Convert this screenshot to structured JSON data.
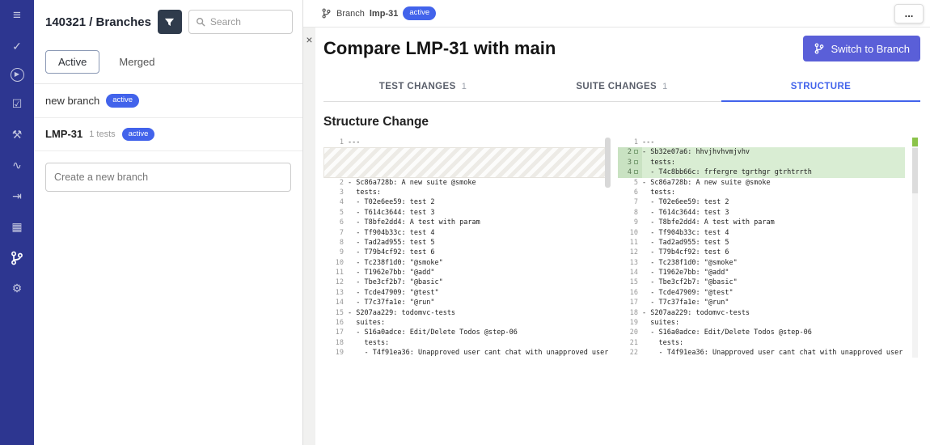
{
  "colors": {
    "sidebar_bg": "#2d3690",
    "accent_blue": "#4263eb",
    "switch_button_bg": "#5a5fd8",
    "added_line_bg": "#d9edd3",
    "minimap_added": "#8bc34a"
  },
  "sidebar": {
    "icons": [
      {
        "name": "menu-icon",
        "glyph": "≡"
      },
      {
        "name": "check-icon",
        "glyph": "✓"
      },
      {
        "name": "run-icon",
        "glyph": "▶"
      },
      {
        "name": "checklist-icon",
        "glyph": "☑"
      },
      {
        "name": "tools-icon",
        "glyph": "⚒"
      },
      {
        "name": "activity-icon",
        "glyph": "∿"
      },
      {
        "name": "signin-icon",
        "glyph": "⇥"
      },
      {
        "name": "reports-icon",
        "glyph": "▦"
      },
      {
        "name": "branch-icon",
        "glyph": ""
      },
      {
        "name": "settings-icon",
        "glyph": "⚙"
      }
    ]
  },
  "left_panel": {
    "title": "140321 / Branches",
    "search": {
      "placeholder": "Search"
    },
    "tabs": [
      {
        "label": "Active",
        "active": true
      },
      {
        "label": "Merged",
        "active": false
      }
    ],
    "branches": [
      {
        "name": "new branch",
        "meta": "",
        "badge": "active"
      },
      {
        "name": "LMP-31",
        "meta": "1 tests",
        "badge": "active"
      }
    ],
    "create_input_placeholder": "Create a new branch"
  },
  "main": {
    "topbar": {
      "branch_label": "Branch",
      "branch_name": "lmp-31",
      "badge": "active",
      "more_label": "..."
    },
    "close_label": "×",
    "title": "Compare LMP-31 with main",
    "switch_button_label": "Switch to Branch",
    "tabs": [
      {
        "label": "TEST CHANGES",
        "count": "1",
        "active": false
      },
      {
        "label": "SUITE CHANGES",
        "count": "1",
        "active": false
      },
      {
        "label": "STRUCTURE",
        "count": "",
        "active": true
      }
    ],
    "section_title": "Structure Change",
    "diff": {
      "left": {
        "lines": [
          {
            "t": "n",
            "num": "1",
            "text": "---"
          },
          {
            "t": "c",
            "span": 3
          },
          {
            "t": "n",
            "num": "2",
            "text": "- Sc86a728b: A new suite @smoke"
          },
          {
            "t": "n",
            "num": "3",
            "text": "  tests:"
          },
          {
            "t": "n",
            "num": "4",
            "text": "  - T02e6ee59: test 2"
          },
          {
            "t": "n",
            "num": "5",
            "text": "  - T614c3644: test 3"
          },
          {
            "t": "n",
            "num": "6",
            "text": "  - T8bfe2dd4: A test with param"
          },
          {
            "t": "n",
            "num": "7",
            "text": "  - Tf904b33c: test 4"
          },
          {
            "t": "n",
            "num": "8",
            "text": "  - Tad2ad955: test 5"
          },
          {
            "t": "n",
            "num": "9",
            "text": "  - T79b4cf92: test 6"
          },
          {
            "t": "n",
            "num": "10",
            "text": "  - Tc238f1d0: \"@smoke\""
          },
          {
            "t": "n",
            "num": "11",
            "text": "  - T1962e7bb: \"@add\""
          },
          {
            "t": "n",
            "num": "12",
            "text": "  - Tbe3cf2b7: \"@basic\""
          },
          {
            "t": "n",
            "num": "13",
            "text": "  - Tcde47909: \"@test\""
          },
          {
            "t": "n",
            "num": "14",
            "text": "  - T7c37fa1e: \"@run\""
          },
          {
            "t": "n",
            "num": "15",
            "text": "- S207aa229: todomvc-tests"
          },
          {
            "t": "n",
            "num": "16",
            "text": "  suites:"
          },
          {
            "t": "n",
            "num": "17",
            "text": "  - S16a0adce: Edit/Delete Todos @step-06"
          },
          {
            "t": "n",
            "num": "18",
            "text": "    tests:"
          },
          {
            "t": "n",
            "num": "19",
            "text": "    - T4f91ea36: Unapproved user cant chat with unapproved user"
          }
        ]
      },
      "right": {
        "lines": [
          {
            "t": "n",
            "num": "1",
            "text": "---"
          },
          {
            "t": "a",
            "num": "2",
            "text": "- Sb32e07a6: hhvjhvhvmjvhv"
          },
          {
            "t": "a",
            "num": "3",
            "text": "  tests:"
          },
          {
            "t": "a",
            "num": "4",
            "text": "  - T4c8bb66c: frfergre tgrthgr gtrhtrrth"
          },
          {
            "t": "n",
            "num": "5",
            "text": "- Sc86a728b: A new suite @smoke"
          },
          {
            "t": "n",
            "num": "6",
            "text": "  tests:"
          },
          {
            "t": "n",
            "num": "7",
            "text": "  - T02e6ee59: test 2"
          },
          {
            "t": "n",
            "num": "8",
            "text": "  - T614c3644: test 3"
          },
          {
            "t": "n",
            "num": "9",
            "text": "  - T8bfe2dd4: A test with param"
          },
          {
            "t": "n",
            "num": "10",
            "text": "  - Tf904b33c: test 4"
          },
          {
            "t": "n",
            "num": "11",
            "text": "  - Tad2ad955: test 5"
          },
          {
            "t": "n",
            "num": "12",
            "text": "  - T79b4cf92: test 6"
          },
          {
            "t": "n",
            "num": "13",
            "text": "  - Tc238f1d0: \"@smoke\""
          },
          {
            "t": "n",
            "num": "14",
            "text": "  - T1962e7bb: \"@add\""
          },
          {
            "t": "n",
            "num": "15",
            "text": "  - Tbe3cf2b7: \"@basic\""
          },
          {
            "t": "n",
            "num": "16",
            "text": "  - Tcde47909: \"@test\""
          },
          {
            "t": "n",
            "num": "17",
            "text": "  - T7c37fa1e: \"@run\""
          },
          {
            "t": "n",
            "num": "18",
            "text": "- S207aa229: todomvc-tests"
          },
          {
            "t": "n",
            "num": "19",
            "text": "  suites:"
          },
          {
            "t": "n",
            "num": "20",
            "text": "  - S16a0adce: Edit/Delete Todos @step-06"
          },
          {
            "t": "n",
            "num": "21",
            "text": "    tests:"
          },
          {
            "t": "n",
            "num": "22",
            "text": "    - T4f91ea36: Unapproved user cant chat with unapproved user"
          }
        ]
      }
    }
  }
}
